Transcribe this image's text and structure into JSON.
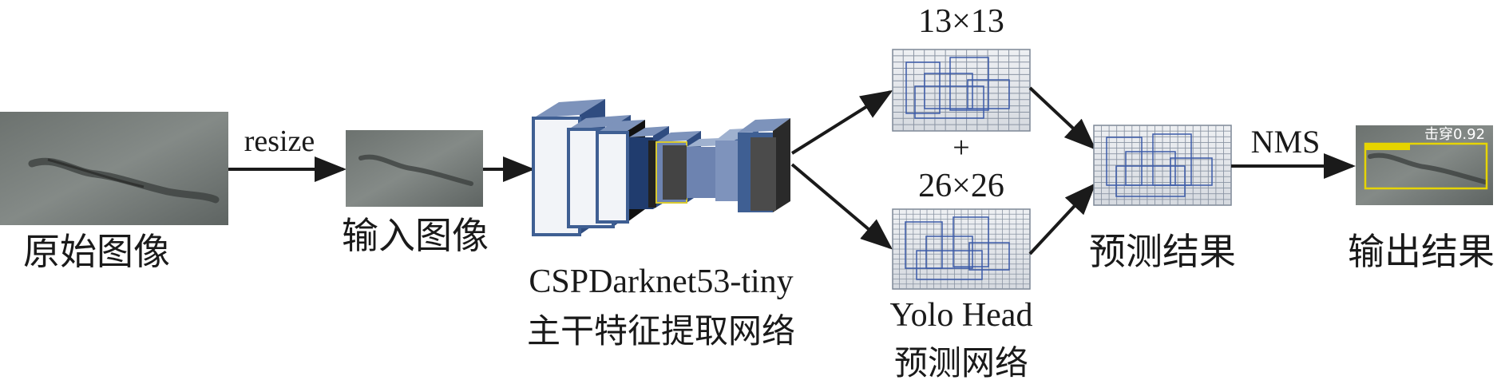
{
  "labels": {
    "original": "原始图像",
    "resize": "resize",
    "input": "输入图像",
    "backbone_name": "CSPDarknet53-tiny",
    "backbone_desc": "主干特征提取网络",
    "scale_large": "13×13",
    "plus": "+",
    "scale_small": "26×26",
    "head_name": "Yolo Head",
    "head_desc": "预测网络",
    "prediction": "预测结果",
    "nms": "NMS",
    "output": "输出结果",
    "detection_tag": "击穿0.92"
  },
  "colors": {
    "arrow": "#1a1a1a",
    "block_face": "#3f5f93",
    "block_light": "#f2f4f8",
    "grid_line": "#7d8796",
    "box_line": "#3b5aa8",
    "detect_box": "#e6d400"
  }
}
